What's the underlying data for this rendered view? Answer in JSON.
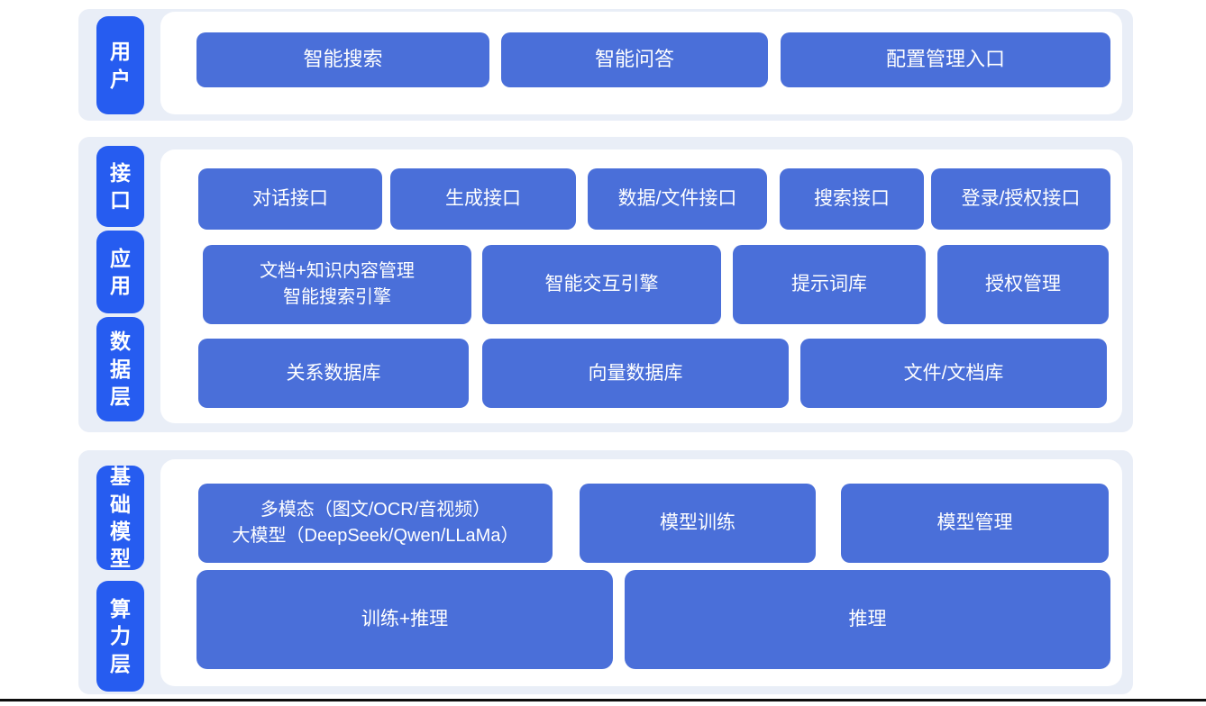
{
  "theme": {
    "panel_bg": "#e9eef7",
    "label_bg": "#265cf0",
    "button_bg": "#4a6fd9",
    "text_color": "#ffffff",
    "divider": "#0d0d0d"
  },
  "diagram_title": "",
  "sections": [
    {
      "name": "user-layer",
      "side_labels": [
        {
          "text": "用户"
        }
      ],
      "rows": [
        {
          "buttons": [
            {
              "label": "智能搜索"
            },
            {
              "label": "智能问答"
            },
            {
              "label": "配置管理入口"
            }
          ]
        }
      ]
    },
    {
      "name": "interface-application-data-layer",
      "side_labels": [
        {
          "text": "接口"
        },
        {
          "text": "应用"
        },
        {
          "text": "数据层"
        }
      ],
      "rows": [
        {
          "buttons": [
            {
              "label": "对话接口"
            },
            {
              "label": "生成接口"
            },
            {
              "label": "数据/文件接口"
            },
            {
              "label": "搜索接口"
            },
            {
              "label": "登录/授权接口"
            }
          ]
        },
        {
          "buttons": [
            {
              "label": "文档+知识内容管理\n智能搜索引擎"
            },
            {
              "label": "智能交互引擎"
            },
            {
              "label": "提示词库"
            },
            {
              "label": "授权管理"
            }
          ]
        },
        {
          "buttons": [
            {
              "label": "关系数据库"
            },
            {
              "label": "向量数据库"
            },
            {
              "label": "文件/文档库"
            }
          ]
        }
      ]
    },
    {
      "name": "foundation-model-compute-layer",
      "side_labels": [
        {
          "text": "基础模型"
        },
        {
          "text": "算力层"
        }
      ],
      "rows": [
        {
          "buttons": [
            {
              "label": "多模态（图文/OCR/音视频）\n大模型（DeepSeek/Qwen/LLaMa）"
            },
            {
              "label": "模型训练"
            },
            {
              "label": "模型管理"
            }
          ]
        },
        {
          "buttons": [
            {
              "label": "训练+推理"
            },
            {
              "label": "推理"
            }
          ]
        }
      ]
    }
  ]
}
